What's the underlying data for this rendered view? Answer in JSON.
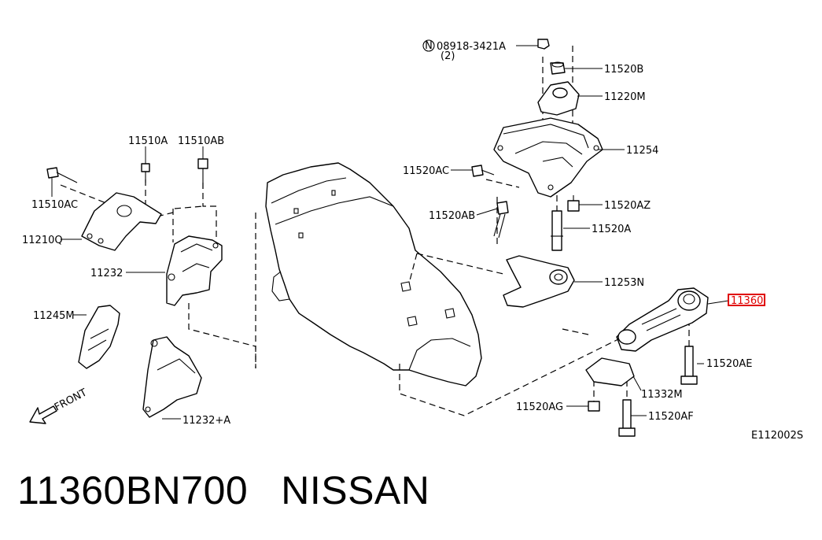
{
  "diagram": {
    "labels": {
      "l_08918": "08918-3421A",
      "l_08918_qty": "(2)",
      "l_11520B": "11520B",
      "l_11220M": "11220M",
      "l_11254": "11254",
      "l_11520AC": "11520AC",
      "l_11520AZ": "11520AZ",
      "l_11520AB": "11520AB",
      "l_11520A": "11520A",
      "l_11253N": "11253N",
      "l_11360": "11360",
      "l_11520AE": "11520AE",
      "l_11332M": "11332M",
      "l_11520AG": "11520AG",
      "l_11520AF": "11520AF",
      "l_11510A": "11510A",
      "l_11510AB": "11510AB",
      "l_11510AC": "11510AC",
      "l_11210Q": "11210Q",
      "l_11232": "11232",
      "l_11245M": "11245M",
      "l_11232A": "11232+A",
      "l_front": "FRONT",
      "l_ref": "E112002S"
    },
    "nut_symbol": "N",
    "highlight_color": "#e00000"
  },
  "caption": {
    "part_number": "11360BN700",
    "brand": "NISSAN"
  }
}
